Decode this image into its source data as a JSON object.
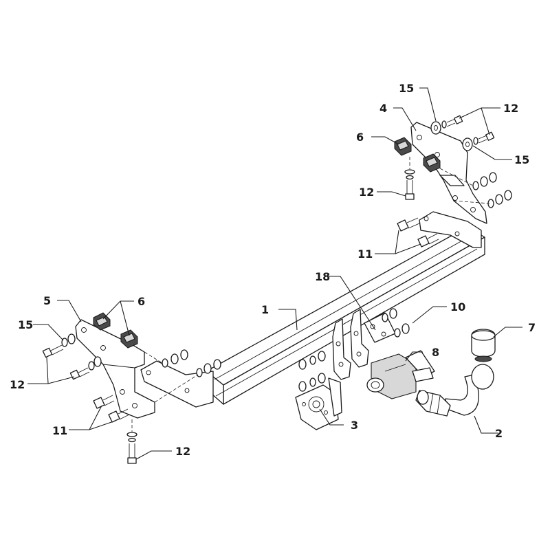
{
  "callouts": [
    {
      "id": "c1",
      "label": "1"
    },
    {
      "id": "c2",
      "label": "2"
    },
    {
      "id": "c3",
      "label": "3"
    },
    {
      "id": "c4",
      "label": "4"
    },
    {
      "id": "c5",
      "label": "5"
    },
    {
      "id": "c6a",
      "label": "6"
    },
    {
      "id": "c6b",
      "label": "6"
    },
    {
      "id": "c7",
      "label": "7"
    },
    {
      "id": "c8",
      "label": "8"
    },
    {
      "id": "c10",
      "label": "10"
    },
    {
      "id": "c11a",
      "label": "11"
    },
    {
      "id": "c11b",
      "label": "11"
    },
    {
      "id": "c12a",
      "label": "12"
    },
    {
      "id": "c12b",
      "label": "12"
    },
    {
      "id": "c12c",
      "label": "12"
    },
    {
      "id": "c12d",
      "label": "12"
    },
    {
      "id": "c15a",
      "label": "15"
    },
    {
      "id": "c15b",
      "label": "15"
    },
    {
      "id": "c15c",
      "label": "15"
    },
    {
      "id": "c18",
      "label": "18"
    }
  ]
}
